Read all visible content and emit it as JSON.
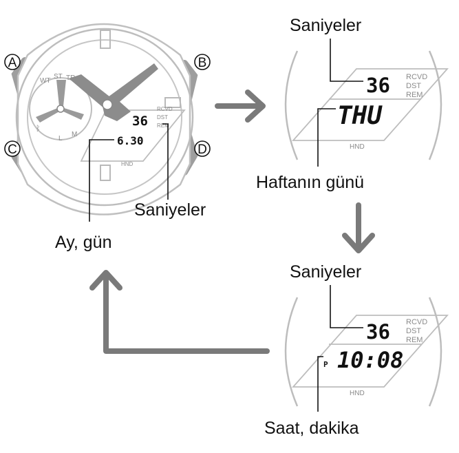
{
  "buttons": {
    "a": "A",
    "b": "B",
    "c": "C",
    "d": "D"
  },
  "dial": {
    "subdial_marks": [
      "WT",
      "ST",
      "TR",
      "L",
      "M",
      "ᛒ"
    ],
    "indicators": [
      "RCVD",
      "DST",
      "REM"
    ],
    "hand_indicator": "HND"
  },
  "watch_full": {
    "seconds": "36",
    "date": "6.30",
    "label_seconds": "Saniyeler",
    "label_date": "Ay, gün"
  },
  "screen_weekday": {
    "seconds": "36",
    "main": "THU",
    "label_seconds": "Saniyeler",
    "label_main": "Haftanın günü"
  },
  "screen_time": {
    "seconds": "36",
    "pm_marker": "P",
    "main": "10:08",
    "label_seconds": "Saniyeler",
    "label_main": "Saat, dakika"
  },
  "colors": {
    "outline": "#b9b9b9",
    "hand": "#8c8c8c",
    "arrow": "#7a7a7a",
    "ink": "#111111"
  }
}
